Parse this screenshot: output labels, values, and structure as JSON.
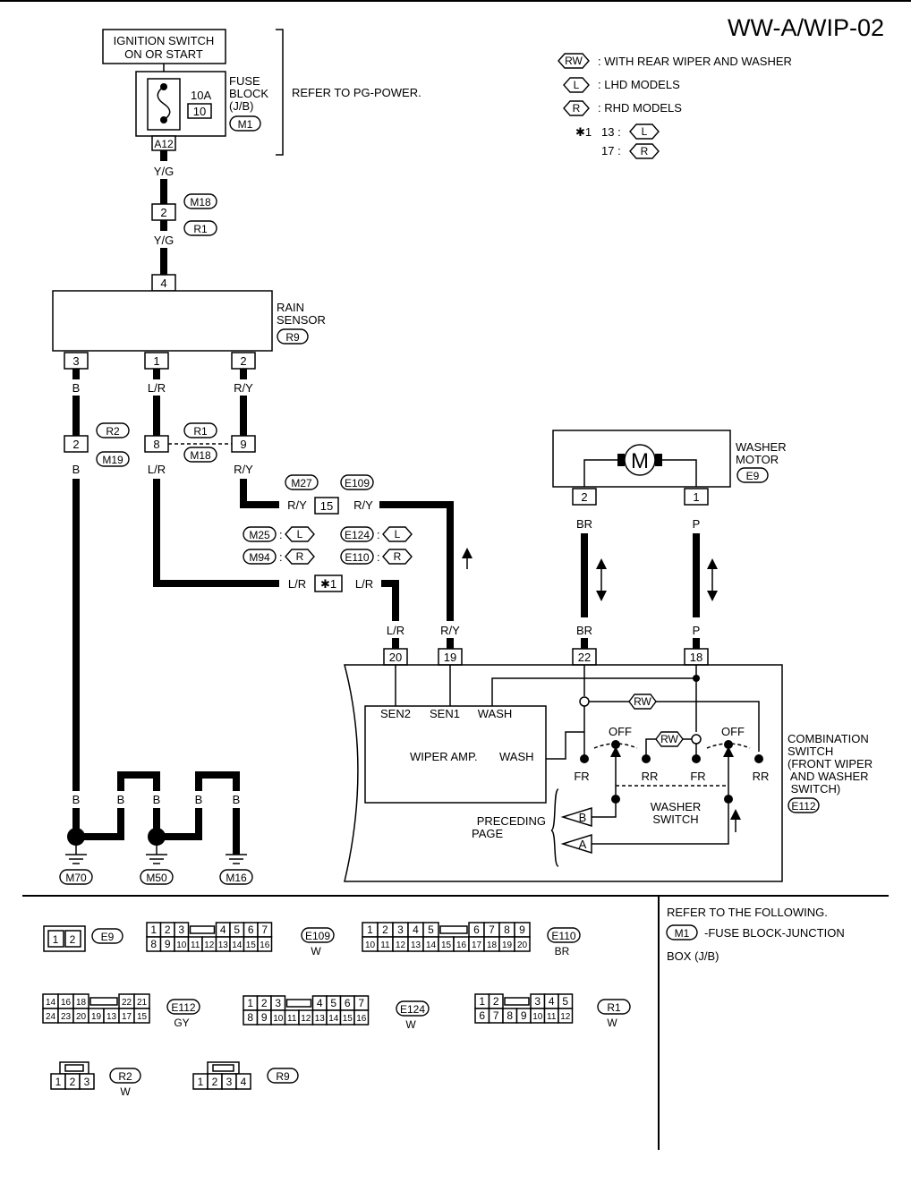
{
  "title": "WW-A/WIP-02",
  "legend": [
    {
      "badge": "RW",
      "text": ": WITH REAR WIPER AND WASHER"
    },
    {
      "badge": "L",
      "text": ": LHD MODELS"
    },
    {
      "badge": "R",
      "text": ": RHD MODELS"
    }
  ],
  "note": {
    "mark": "✱1",
    "rows": [
      {
        "value": "13 :",
        "badge": "L"
      },
      {
        "value": "17 :",
        "badge": "R"
      }
    ]
  },
  "power": {
    "ignition_line1": "IGNITION SWITCH",
    "ignition_line2": "ON OR START",
    "fuse_amp": "10A",
    "fuse_no": "10",
    "fuse_label": [
      "FUSE",
      "BLOCK",
      "(J/B)"
    ],
    "fuse_conn": "M1",
    "fuse_term": "A12",
    "refer": "REFER TO PG-POWER."
  },
  "wires": {
    "yg": "Y/G",
    "b": "B",
    "lr": "L/R",
    "ry": "R/Y",
    "br": "BR",
    "p": "P"
  },
  "connectors": {
    "m18": "M18",
    "r1": "R1",
    "r2": "R2",
    "m19": "M19",
    "m27": "M27",
    "e109": "E109",
    "m25": "M25",
    "m94": "M94",
    "e124": "E124",
    "e110": "E110",
    "star": "✱1",
    "pin2": "2",
    "pin4": "4",
    "pin3": "3",
    "pin1": "1",
    "pin8": "8",
    "pin9": "9",
    "pin15": "15",
    "pin20": "20",
    "pin19": "19",
    "pin22": "22",
    "pin18": "18",
    "L": "L",
    "R": "R"
  },
  "rain_sensor": {
    "line1": "RAIN",
    "line2": "SENSOR",
    "conn": "R9"
  },
  "washer_motor": {
    "line1": "WASHER",
    "line2": "MOTOR",
    "conn": "E9",
    "symbol": "M"
  },
  "combination": {
    "lines": [
      "COMBINATION",
      "SWITCH",
      "(FRONT WIPER",
      " AND WASHER",
      " SWITCH)"
    ],
    "conn": "E112",
    "amp": "WIPER AMP.",
    "wash": "WASH",
    "sen2": "SEN2",
    "sen1": "SEN1",
    "off": "OFF",
    "fr": "FR",
    "rr": "RR",
    "rw": "RW",
    "washer_switch": [
      "WASHER",
      "SWITCH"
    ],
    "preceding": [
      "PRECEDING",
      "PAGE"
    ],
    "arrow_b": "B",
    "arrow_a": "A"
  },
  "grounds": [
    "M70",
    "M50",
    "M16"
  ],
  "connector_views": {
    "e9": {
      "pins": [
        "1",
        "2"
      ],
      "label": "E9"
    },
    "e109": {
      "row1": [
        "1",
        "2",
        "3",
        "",
        "4",
        "5",
        "6",
        "7"
      ],
      "row2": [
        "8",
        "9",
        "10",
        "11",
        "12",
        "13",
        "14",
        "15",
        "16"
      ],
      "label": "E109",
      "color": "W"
    },
    "e110": {
      "row1": [
        "1",
        "2",
        "3",
        "4",
        "5",
        "",
        "6",
        "7",
        "8",
        "9"
      ],
      "row2": [
        "10",
        "11",
        "12",
        "13",
        "14",
        "15",
        "16",
        "17",
        "18",
        "19",
        "20"
      ],
      "label": "E110",
      "color": "BR"
    },
    "e112": {
      "row1": [
        "14",
        "16",
        "18",
        "",
        "22",
        "21"
      ],
      "row2": [
        "24",
        "23",
        "20",
        "19",
        "13",
        "17",
        "15"
      ],
      "label": "E112",
      "color": "GY"
    },
    "e124": {
      "row1": [
        "1",
        "2",
        "3",
        "",
        "4",
        "5",
        "6",
        "7"
      ],
      "row2": [
        "8",
        "9",
        "10",
        "11",
        "12",
        "13",
        "14",
        "15",
        "16"
      ],
      "label": "E124",
      "color": "W"
    },
    "r1": {
      "row1": [
        "1",
        "2",
        "",
        "3",
        "4",
        "5"
      ],
      "row2": [
        "6",
        "7",
        "8",
        "9",
        "10",
        "11",
        "12"
      ],
      "label": "R1",
      "color": "W"
    },
    "r2": {
      "pins": [
        "1",
        "2",
        "3"
      ],
      "label": "R2",
      "color": "W"
    },
    "r9": {
      "pins": [
        "1",
        "2",
        "3",
        "4"
      ],
      "label": "R9"
    }
  },
  "refer_following": {
    "line1": "REFER TO THE FOLLOWING.",
    "conn": "M1",
    "line2": "-FUSE BLOCK-JUNCTION",
    "line3": "BOX (J/B)"
  }
}
